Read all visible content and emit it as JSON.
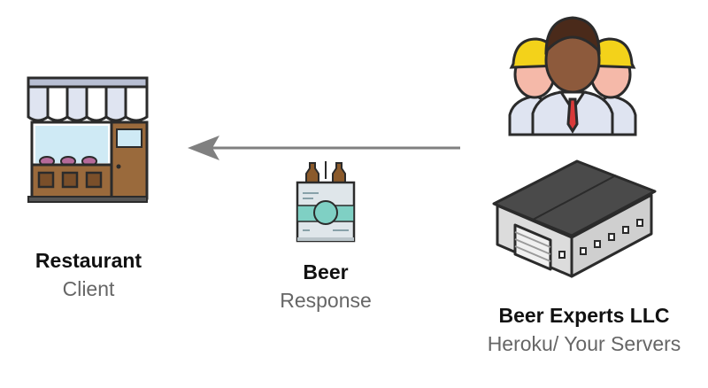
{
  "nodes": {
    "restaurant": {
      "title": "Restaurant",
      "subtitle": "Client"
    },
    "beer": {
      "title": "Beer",
      "subtitle": "Response"
    },
    "experts": {
      "title": "Beer Experts LLC",
      "subtitle": "Heroku/ Your Servers"
    }
  },
  "icons": {
    "restaurant": "storefront-icon",
    "beer": "beer-pack-icon",
    "experts": "workers-icon",
    "warehouse": "warehouse-icon",
    "arrow": "arrow-left-icon"
  },
  "colors": {
    "outline": "#2b2b2b",
    "awning": "#dfe4f1",
    "window": "#cfeaf5",
    "wood": "#9a6a3c",
    "helmet": "#f3d21a",
    "skin": "#f5b9a9",
    "face_dark": "#8d5a3c",
    "roof": "#4a4a4a",
    "wall": "#dcdcdc",
    "teal": "#7fd0c4",
    "arrow": "#808080"
  }
}
